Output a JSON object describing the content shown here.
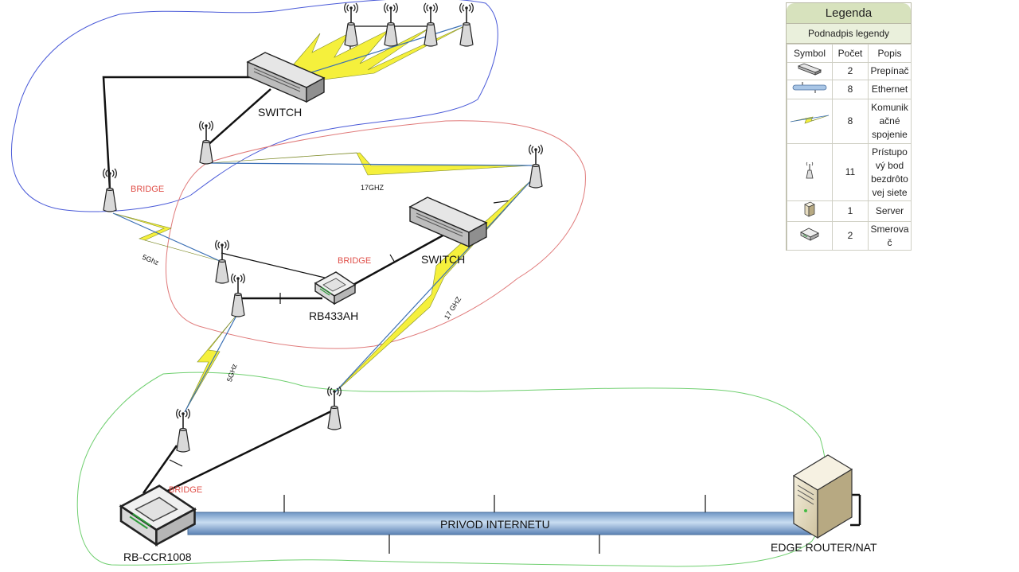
{
  "devices": {
    "switch_top": "SWITCH",
    "switch_mid": "SWITCH",
    "rb433": "RB433AH",
    "ccr": "RB-CCR1008",
    "edge": "EDGE ROUTER/NAT"
  },
  "bridges": {
    "left": "BRIDGE",
    "mid": "BRIDGE",
    "bottom": "BRIDGE"
  },
  "links": {
    "top_17ghz": "17GHZ",
    "left_5ghz": "5Ghz",
    "lower_5ghz": "5GHz",
    "right_17ghz": "17 GHZ"
  },
  "pipe_label": "PRIVOD INTERNETU",
  "legend": {
    "title": "Legenda",
    "subtitle": "Podnadpis legendy",
    "headers": [
      "Symbol",
      "Počet",
      "Popis"
    ],
    "rows": [
      {
        "icon": "switch-icon",
        "count": "2",
        "desc": "Prepínač"
      },
      {
        "icon": "ethernet-icon",
        "count": "8",
        "desc": "Ethernet"
      },
      {
        "icon": "lightning-icon",
        "count": "8",
        "desc": "Komunik ačné spojenie"
      },
      {
        "icon": "antenna-icon",
        "count": "11",
        "desc": "Prístupo vý bod bezdrôto vej siete"
      },
      {
        "icon": "server-icon",
        "count": "1",
        "desc": "Server"
      },
      {
        "icon": "router-icon",
        "count": "2",
        "desc": "Smerova č"
      }
    ]
  },
  "colors": {
    "zone_top": "#4a5ad8",
    "zone_mid": "#e07a7a",
    "zone_bottom": "#6fcf6f",
    "lightning": "#f5f03c",
    "pipe": "#a9c6e6",
    "bridge_text": "#e0504a",
    "legend_header": "#d7e2bd"
  }
}
